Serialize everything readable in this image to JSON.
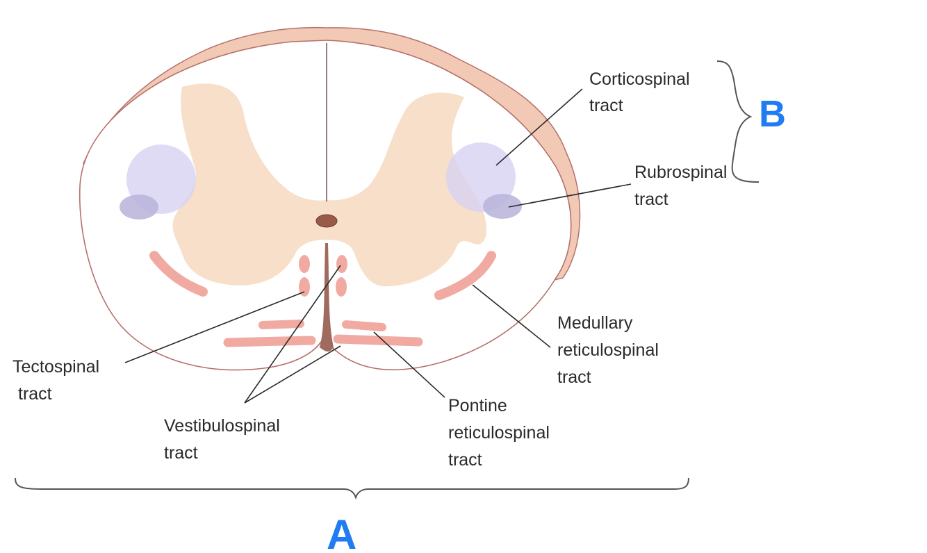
{
  "labels": {
    "corticospinal": [
      "Corticospinal",
      "tract"
    ],
    "rubrospinal": [
      "Rubrospinal",
      "tract"
    ],
    "medullary": [
      "Medullary",
      "reticulospinal",
      "tract"
    ],
    "pontine": [
      "Pontine",
      "reticulospinal",
      "tract"
    ],
    "vestibulospinal": [
      "Vestibulospinal",
      "tract"
    ],
    "tectospinal": [
      "Tectospinal",
      "tract"
    ]
  },
  "group_labels": {
    "lateral": "B",
    "all": "A"
  },
  "colors": {
    "outline": "#b5706a",
    "meninges_fill": "#f2c9b4",
    "gray_matter": "#f7dfc9",
    "white_matter": "#ffffff",
    "tract_pink": "#f1aaa2",
    "tract_purple": "#d7d2f3",
    "tract_purple_dark": "#b9b3db",
    "annotation_blue": "#1f7cf2"
  }
}
